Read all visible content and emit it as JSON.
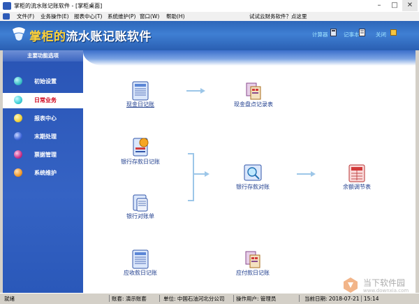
{
  "window": {
    "title": "掌柜的流水账记账软件 - [掌柜桌面]"
  },
  "menu": {
    "items": [
      "文件(F)",
      "业务操作(E)",
      "报表中心(T)",
      "系统维护(P)",
      "窗口(W)",
      "帮助(H)"
    ],
    "promo": "试试云财务软件？点这里"
  },
  "banner": {
    "brand_prefix": "掌柜的",
    "brand_suffix": "流水账记账软件",
    "toolbar": [
      "计算器",
      "记事本",
      "关闭"
    ]
  },
  "sidebar": {
    "header": "主要功能选项",
    "items": [
      {
        "label": "初始设置",
        "color": "#3cc0c8"
      },
      {
        "label": "日常业务",
        "color": "#3fd0d8",
        "active": true
      },
      {
        "label": "报表中心",
        "color": "#f2d23a"
      },
      {
        "label": "末期处理",
        "color": "#3f66d8"
      },
      {
        "label": "票据管理",
        "color": "#c8328a"
      },
      {
        "label": "系统维护",
        "color": "#f29a2a"
      }
    ]
  },
  "workflow": {
    "nodes": [
      {
        "label": "现金日记账",
        "icon": "ledger-icon"
      },
      {
        "label": "现金盘点记录表",
        "icon": "report-icon"
      },
      {
        "label": "银行存款日记账",
        "icon": "bank-ledger-icon"
      },
      {
        "label": "银行存款对账",
        "icon": "reconcile-icon"
      },
      {
        "label": "余额调节表",
        "icon": "balance-table-icon"
      },
      {
        "label": "银行对账单",
        "icon": "statement-icon"
      },
      {
        "label": "应收款日记账",
        "icon": "receivable-icon"
      },
      {
        "label": "应付款日记账",
        "icon": "payable-icon"
      }
    ]
  },
  "status": {
    "ready": "就绪",
    "account_label": "账套:",
    "account": "演示账套",
    "unit_label": "单位:",
    "unit": "中国石油河北分公司",
    "user_label": "操作用户:",
    "user": "管理员",
    "date_label": "当前日期:",
    "date": "2018-07-21",
    "time": "15:14"
  },
  "watermark": {
    "cn": "当下软件园",
    "en": "www.downxia.com"
  }
}
